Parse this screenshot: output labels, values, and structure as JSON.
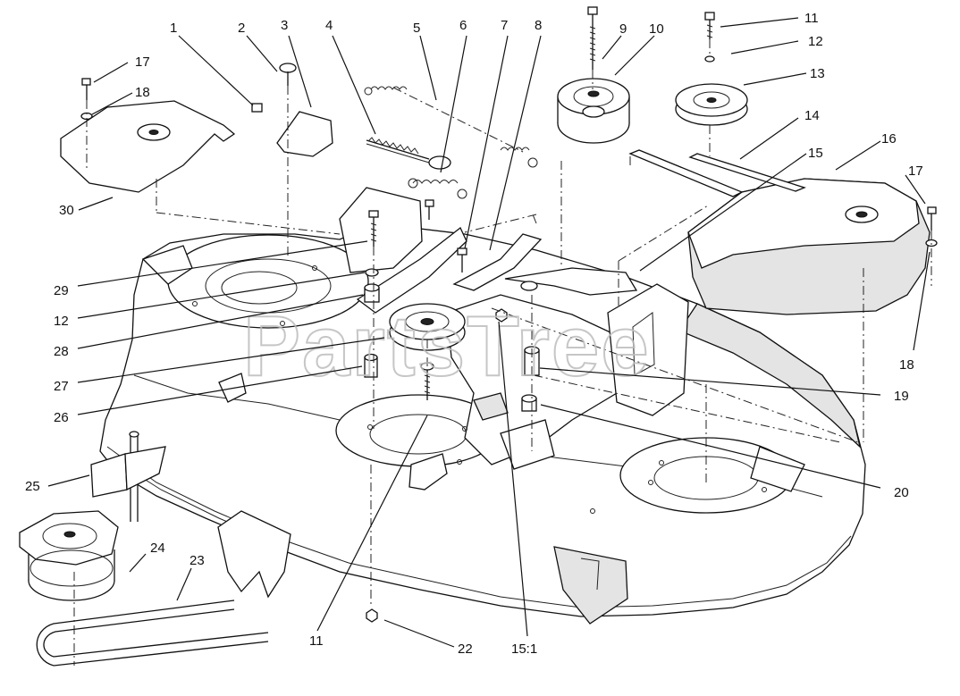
{
  "watermark": "PartsTree",
  "callouts": [
    {
      "id": "c1",
      "text": "1"
    },
    {
      "id": "c2",
      "text": "2"
    },
    {
      "id": "c3",
      "text": "3"
    },
    {
      "id": "c4",
      "text": "4"
    },
    {
      "id": "c5",
      "text": "5"
    },
    {
      "id": "c6",
      "text": "6"
    },
    {
      "id": "c7",
      "text": "7"
    },
    {
      "id": "c8",
      "text": "8"
    },
    {
      "id": "c9",
      "text": "9"
    },
    {
      "id": "c10",
      "text": "10"
    },
    {
      "id": "c11a",
      "text": "11"
    },
    {
      "id": "c12a",
      "text": "12"
    },
    {
      "id": "c13",
      "text": "13"
    },
    {
      "id": "c14",
      "text": "14"
    },
    {
      "id": "c15",
      "text": "15"
    },
    {
      "id": "c16",
      "text": "16"
    },
    {
      "id": "c17a",
      "text": "17"
    },
    {
      "id": "c17b",
      "text": "17"
    },
    {
      "id": "c18a",
      "text": "18"
    },
    {
      "id": "c18b",
      "text": "18"
    },
    {
      "id": "c30",
      "text": "30"
    },
    {
      "id": "c29",
      "text": "29"
    },
    {
      "id": "c12b",
      "text": "12"
    },
    {
      "id": "c28",
      "text": "28"
    },
    {
      "id": "c27",
      "text": "27"
    },
    {
      "id": "c26",
      "text": "26"
    },
    {
      "id": "c19",
      "text": "19"
    },
    {
      "id": "c20",
      "text": "20"
    },
    {
      "id": "c25",
      "text": "25"
    },
    {
      "id": "c24",
      "text": "24"
    },
    {
      "id": "c23",
      "text": "23"
    },
    {
      "id": "c11b",
      "text": "11"
    },
    {
      "id": "c22",
      "text": "22"
    },
    {
      "id": "c151",
      "text": "15:1"
    }
  ]
}
